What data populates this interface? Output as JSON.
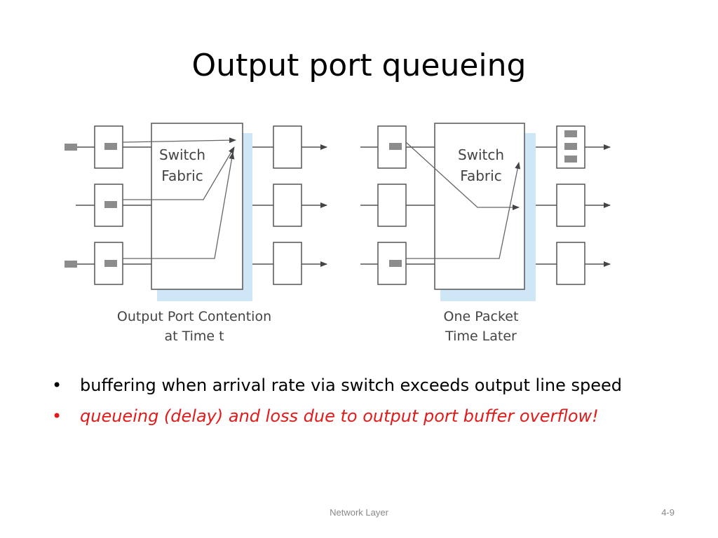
{
  "slide": {
    "title": "Output port queueing",
    "footer_center": "Network Layer",
    "footer_right": "4-9"
  },
  "bullets": [
    {
      "text": "buffering when arrival rate via switch exceeds output line speed",
      "color": "#000000"
    },
    {
      "text": "queueing (delay) and loss due to output port buffer overflow!",
      "color": "#e31a1a",
      "style": "italic"
    }
  ],
  "diagram": {
    "left_panel": {
      "fabric_label_1": "Switch",
      "fabric_label_2": "Fabric",
      "caption_1": "Output Port Contention",
      "caption_2": "at Time t"
    },
    "right_panel": {
      "fabric_label_1": "Switch",
      "fabric_label_2": "Fabric",
      "caption_1": "One Packet",
      "caption_2": "Time Later"
    },
    "colors": {
      "packet": "#8c8c8c",
      "line": "#555555",
      "shadow": "#cfe6f7"
    }
  }
}
